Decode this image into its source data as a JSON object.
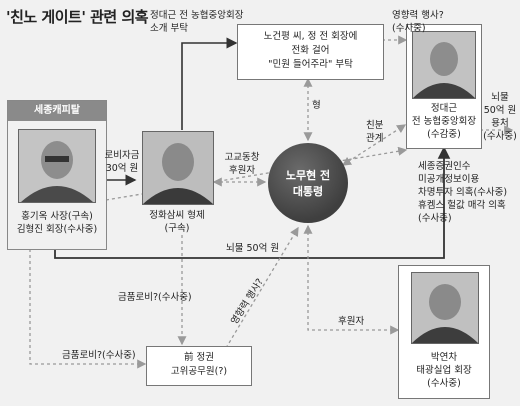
{
  "title": "'친노 게이트' 관련 의혹",
  "group": {
    "header": "세종캐피탈",
    "hong_caption": "홍기옥 사장(구속)",
    "kim_caption": "김형진 회장(수사중)"
  },
  "jung_brothers": {
    "caption_1": "정화삼씨 형제",
    "caption_2": "(구속)"
  },
  "roh": {
    "line1": "노무현 전",
    "line2": "대통령"
  },
  "roh_brother_box": {
    "line1": "노건평 씨, 정 전 회장에",
    "line2": "전화 걸어",
    "line3": "\"민원 들어주라\" 부탁"
  },
  "jung_daegeun": {
    "caption_1": "정대근",
    "caption_2": "전 농협중앙회장",
    "caption_3": "(수감중)"
  },
  "park": {
    "caption_1": "박연차",
    "caption_2": "태광실업 회장",
    "caption_3": "(수사중)"
  },
  "official": {
    "line1": "前 정권",
    "line2": "고위공무원(?)"
  },
  "labels": {
    "intro_request_1": "정대근 전 농협중앙회장",
    "intro_request_2": "소개 부탁",
    "influence_top_1": "영향력 행사?",
    "influence_top_2": "(수사중)",
    "brother": "형",
    "lobby_1": "로비자금",
    "lobby_2": "30억 원",
    "alumni_1": "고교동창",
    "alumni_2": "후원자",
    "friend_1": "친분",
    "friend_2": "관계",
    "bribe_side_1": "뇌물",
    "bribe_side_2": "50억 원",
    "bribe_side_3": "용처",
    "bribe_side_4": "(수사중)",
    "allegation_1": "세종증권인수",
    "allegation_2": "미공개정보이용",
    "allegation_3": "차명투자 의혹(수사중)",
    "allegation_4": "휴켐스 헐값 매각 의혹",
    "allegation_5": "(수사중)",
    "bribe_main": "뇌물 50억 원",
    "lobby_money_1": "금품로비?(수사중)",
    "influence_diag": "영향력 행사?",
    "sponsor": "후원자",
    "lobby_money_2": "금품로비?(수사중)"
  }
}
